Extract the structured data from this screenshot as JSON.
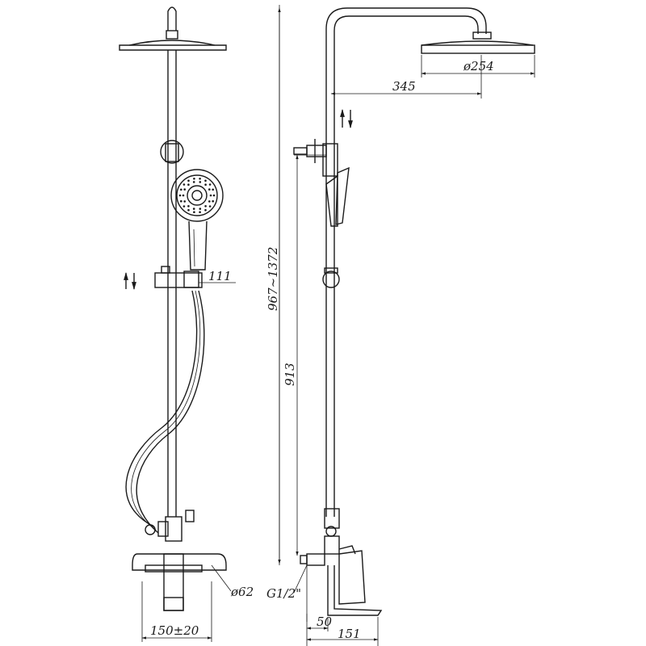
{
  "dimensions": {
    "rain_diameter": "ø254",
    "arm_reach": "345",
    "height_range": "967~1372",
    "bar_height": "913",
    "slider_offset": "111",
    "flange_diameter": "ø62",
    "inlet_thread": "G1/2\"",
    "spacing": "150±20",
    "wall_offset": "50",
    "spout_depth": "151"
  }
}
